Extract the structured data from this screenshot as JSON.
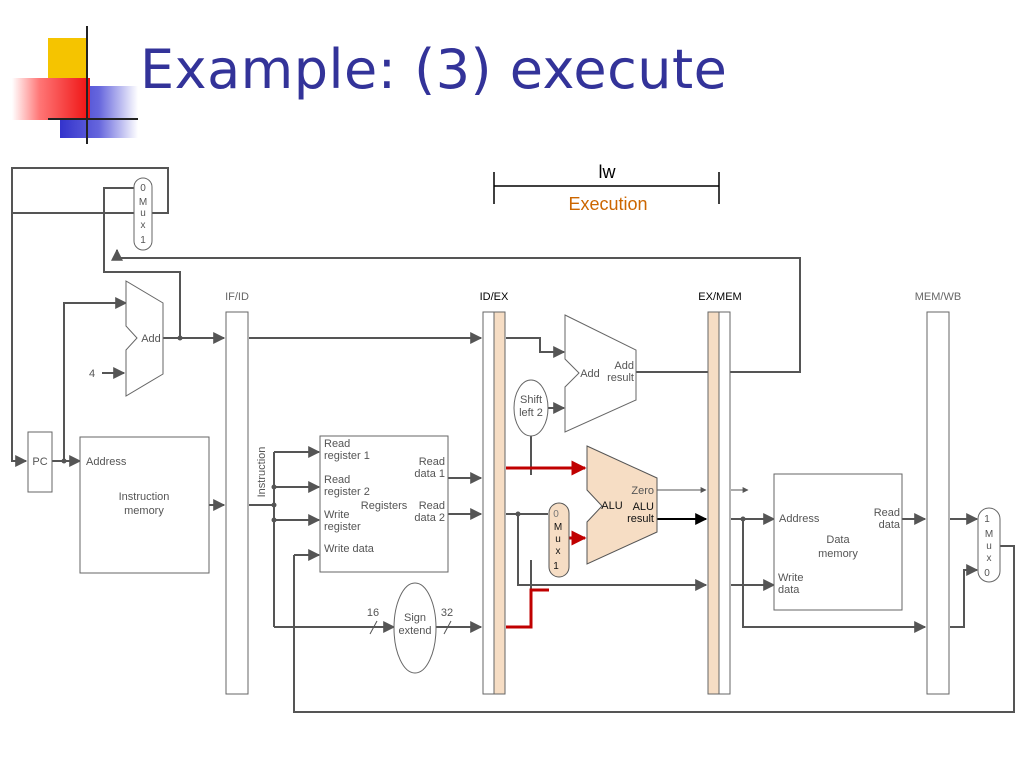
{
  "slide": {
    "title": "Example: (3) execute"
  },
  "header": {
    "instruction": "lw",
    "phase": "Execution"
  },
  "stages": [
    "IF/ID",
    "ID/EX",
    "EX/MEM",
    "MEM/WB"
  ],
  "pc": {
    "label": "PC"
  },
  "pc_mux": {
    "top": "0",
    "m": "M",
    "u": "u",
    "x": "x",
    "bottom": "1"
  },
  "pc_adder": {
    "label": "Add",
    "const": "4"
  },
  "imem": {
    "address": "Address",
    "name": "Instruction memory"
  },
  "instruction_label": "Instruction",
  "registers": {
    "read1": "Read register 1",
    "read2": "Read register 2",
    "write_reg": "Write register",
    "write_data": "Write data",
    "name": "Registers",
    "out1": "Read data 1",
    "out2": "Read data 2"
  },
  "sign_extend": {
    "label": "Sign extend",
    "in_bits": "16",
    "out_bits": "32"
  },
  "shift_left": {
    "label": "Shift left 2"
  },
  "branch_adder": {
    "label": "Add",
    "result": "Add result"
  },
  "alu_mux": {
    "top": "0",
    "m": "M",
    "u": "u",
    "x": "x",
    "bottom": "1"
  },
  "alu": {
    "name": "ALU",
    "zero": "Zero",
    "result": "ALU result"
  },
  "dmem": {
    "address": "Address",
    "name": "Data memory",
    "read_data": "Read data",
    "write_data": "Write data"
  },
  "wb_mux": {
    "top": "1",
    "m": "M",
    "u": "u",
    "x": "x",
    "bottom": "0"
  },
  "colors": {
    "title": "#333399",
    "highlight": "#c00000",
    "active_fill": "#f6ddc4",
    "phase": "#cc6600"
  }
}
